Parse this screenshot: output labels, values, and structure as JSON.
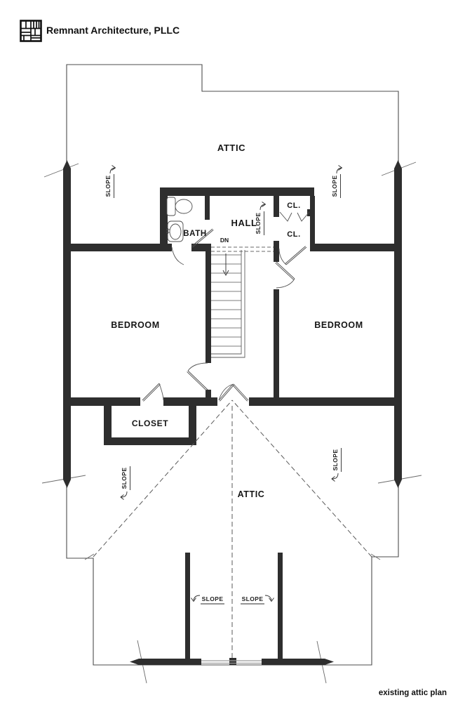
{
  "header": {
    "firm_name": "Remnant Architecture, PLLC"
  },
  "caption": "existing attic plan",
  "plan": {
    "rooms": {
      "attic_top": "ATTIC",
      "bath": "BATH",
      "hall": "HALL",
      "closet_upper": "CL.",
      "closet_lower": "CL.",
      "bedroom_left": "BEDROOM",
      "bedroom_right": "BEDROOM",
      "closet": "CLOSET",
      "attic_bottom": "ATTIC"
    },
    "stair": {
      "down": "DN"
    },
    "slope_label": "SLOPE"
  },
  "colors": {
    "ink": "#161616",
    "wall": "#2e2e2e",
    "outline": "#4d4d4d",
    "dashed_line": "#5a5a5a",
    "glass": "#9a9a9a",
    "background": "#ffffff"
  }
}
